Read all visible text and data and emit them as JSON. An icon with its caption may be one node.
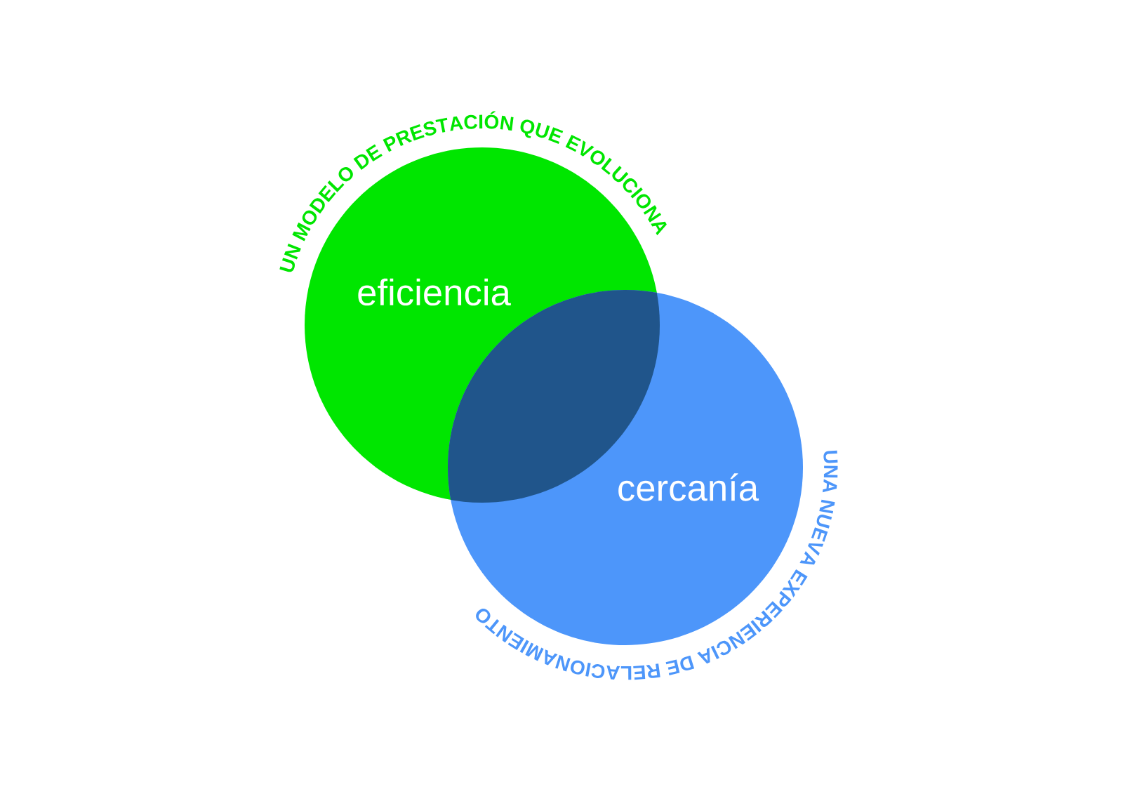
{
  "diagram": {
    "nodes": [
      {
        "text": [
          "eficiencia"
        ]
      },
      {
        "text": [
          "cercanía"
        ]
      }
    ],
    "labels": [
      "UN MODELO DE PRESTACIÓN QUE EVOLUCIONA",
      "UNA NUEVA EXPERIENCIA DE RELACIONAMIENTO"
    ]
  }
}
